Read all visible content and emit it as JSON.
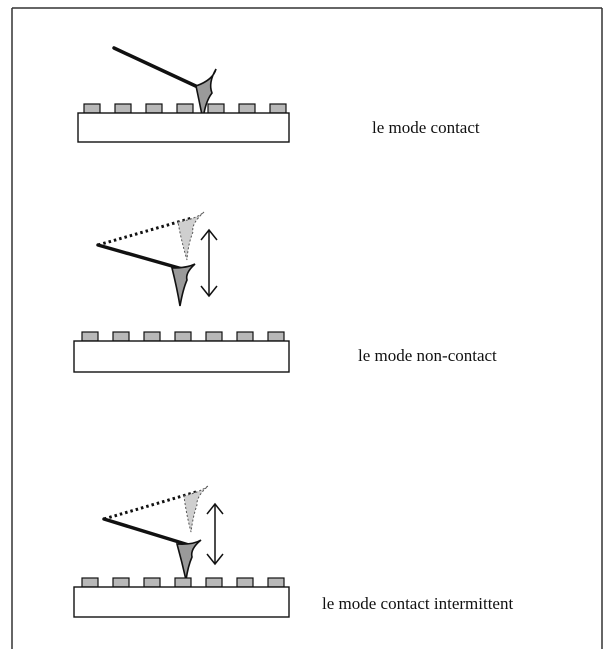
{
  "labels": {
    "contact": "le mode contact",
    "non_contact": "le mode non-contact",
    "intermittent": "le mode contact intermittent"
  },
  "colors": {
    "line": "#111111",
    "tip_fill": "#9a9a9a",
    "tip_fill_light": "#cfcfcf",
    "pad_fill": "#b8b8b8",
    "frame": "#333333"
  },
  "icons": {
    "tip": "afm-tip-icon",
    "arrow": "double-arrow-icon"
  }
}
